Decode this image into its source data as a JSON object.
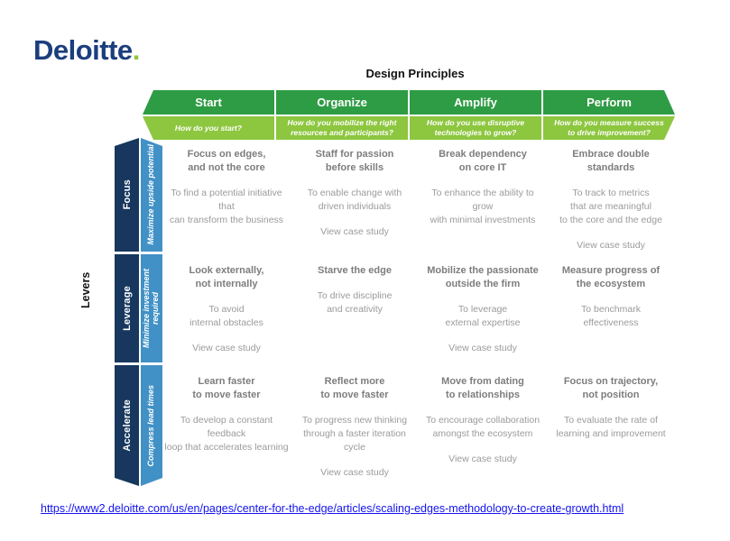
{
  "logo": {
    "text": "Deloitte",
    "dot": "."
  },
  "title": "Design Principles",
  "levers_label": "Levers",
  "colors": {
    "header_dark_green": "#2e9c44",
    "header_light_green": "#8dc63f",
    "lever_navy": "#17375e",
    "lever_blue": "#4191c6",
    "logo_blue": "#1b3e7d",
    "logo_green": "#92c83d",
    "heading_gray": "#7d7d7d",
    "body_gray": "#9b9b9b",
    "link_blue": "#1414ee"
  },
  "matrix": {
    "columns": [
      {
        "name": "Start",
        "question": [
          "How do you start?"
        ]
      },
      {
        "name": "Organize",
        "question": [
          "How do you mobilize the right",
          "resources and participants?"
        ]
      },
      {
        "name": "Amplify",
        "question": [
          "How do you use disruptive",
          "technologies to grow?"
        ]
      },
      {
        "name": "Perform",
        "question": [
          "How do you measure success",
          "to drive improvement?"
        ]
      }
    ],
    "rows": [
      {
        "lever": "Focus",
        "sub": [
          "Maximize upside potential"
        ],
        "cells": [
          {
            "heading": [
              "Focus on edges,",
              "and not the core"
            ],
            "body": [
              "To find a potential initiative that",
              "can transform the business"
            ],
            "link": ""
          },
          {
            "heading": [
              "Staff for passion",
              "before skills"
            ],
            "body": [
              "To enable change with",
              "driven individuals"
            ],
            "link": "View case study"
          },
          {
            "heading": [
              "Break dependency",
              "on core IT"
            ],
            "body": [
              "To enhance the ability to grow",
              "with minimal investments"
            ],
            "link": ""
          },
          {
            "heading": [
              "Embrace double standards"
            ],
            "body": [
              "To track to metrics",
              "that are meaningful",
              "to the core and the edge"
            ],
            "link": "View case study"
          }
        ]
      },
      {
        "lever": "Leverage",
        "sub": [
          "Minimize investment",
          "required"
        ],
        "cells": [
          {
            "heading": [
              "Look externally,",
              "not internally"
            ],
            "body": [
              "To avoid",
              "internal obstacles"
            ],
            "link": "View case study"
          },
          {
            "heading": [
              "Starve the edge"
            ],
            "body": [
              "To drive discipline",
              "and creativity"
            ],
            "link": ""
          },
          {
            "heading": [
              "Mobilize the passionate",
              "outside the firm"
            ],
            "body": [
              "To leverage",
              "external expertise"
            ],
            "link": "View case study"
          },
          {
            "heading": [
              "Measure progress of",
              "the ecosystem"
            ],
            "body": [
              "To benchmark",
              "effectiveness"
            ],
            "link": ""
          }
        ]
      },
      {
        "lever": "Accelerate",
        "sub": [
          "Compress lead times"
        ],
        "cells": [
          {
            "heading": [
              "Learn faster",
              "to move faster"
            ],
            "body": [
              "To develop a constant feedback",
              "loop that accelerates learning"
            ],
            "link": ""
          },
          {
            "heading": [
              "Reflect more",
              "to move faster"
            ],
            "body": [
              "To progress new thinking",
              "through a faster iteration cycle"
            ],
            "link": "View case study"
          },
          {
            "heading": [
              "Move from dating",
              "to relationships"
            ],
            "body": [
              "To encourage collaboration",
              "amongst the ecosystem"
            ],
            "link": "View case study"
          },
          {
            "heading": [
              "Focus on trajectory,",
              "not position"
            ],
            "body": [
              "To evaluate the rate of",
              "learning and improvement"
            ],
            "link": ""
          }
        ]
      }
    ]
  },
  "footer": {
    "url": "https://www2.deloitte.com/us/en/pages/center-for-the-edge/articles/scaling-edges-methodology-to-create-growth.html"
  }
}
